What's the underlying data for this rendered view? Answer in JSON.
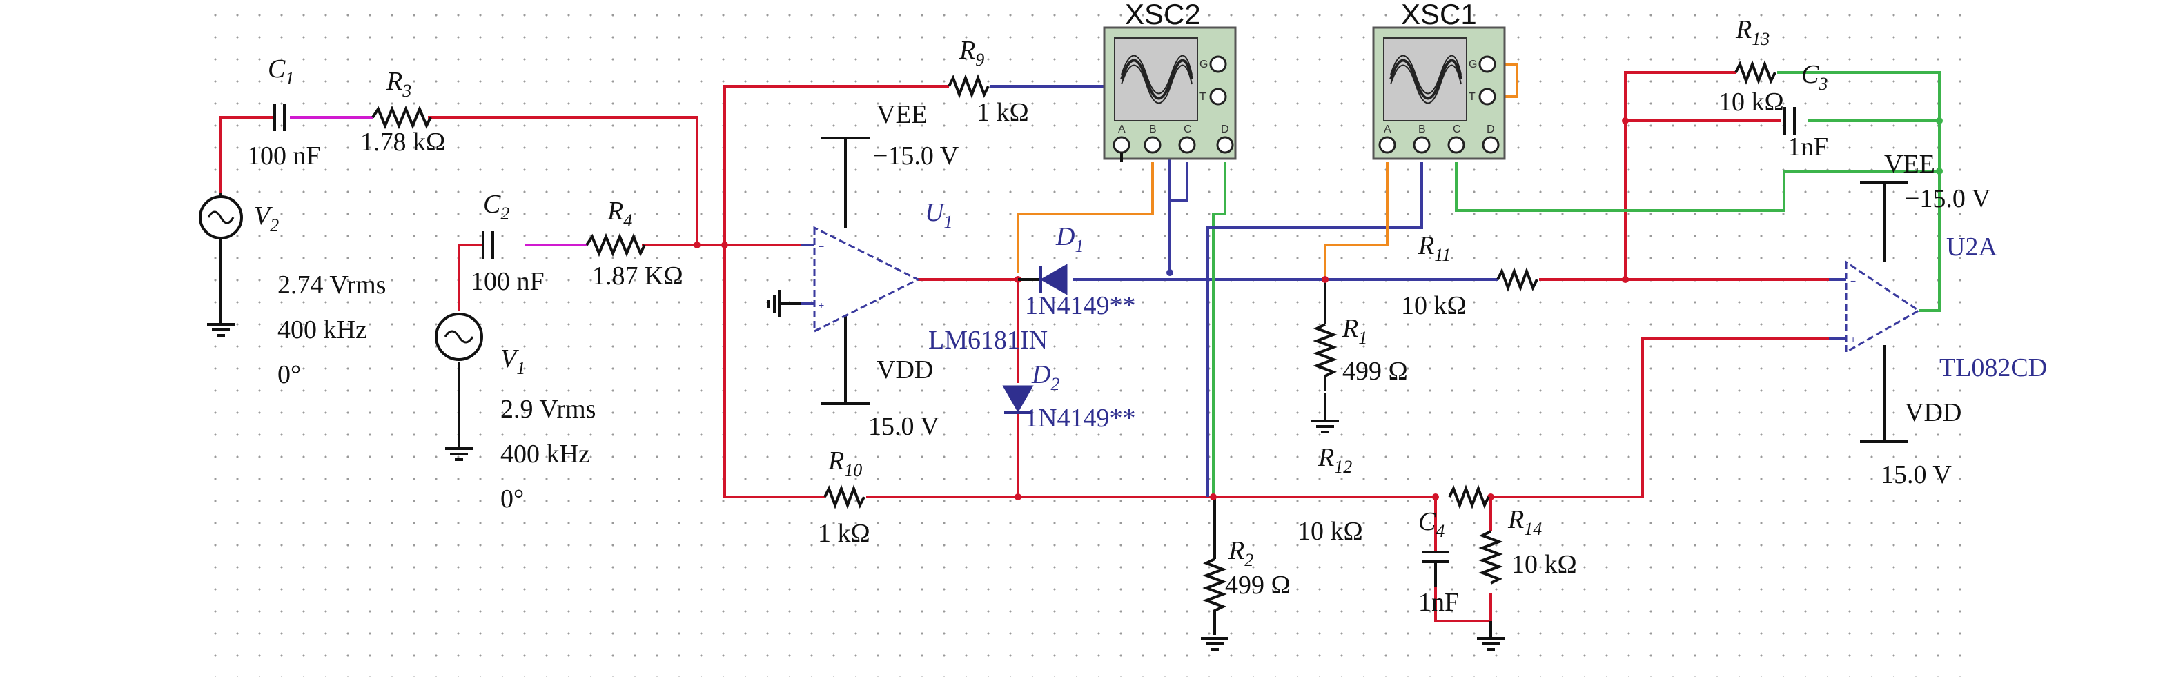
{
  "labels": {
    "C1": {
      "name": "C",
      "sub": "1",
      "value": "100 nF"
    },
    "R3": {
      "name": "R",
      "sub": "3",
      "value": "1.78 kΩ"
    },
    "V2": {
      "name": "V",
      "sub": "2",
      "vrms": "2.74 Vrms",
      "freq": "400 kHz",
      "phase": "0°"
    },
    "C2": {
      "name": "C",
      "sub": "2",
      "value": "100 nF"
    },
    "R4": {
      "name": "R",
      "sub": "4",
      "value": "1.87 KΩ"
    },
    "V1": {
      "name": "V",
      "sub": "1",
      "vrms": "2.9 Vrms",
      "freq": "400 kHz",
      "phase": "0°"
    },
    "R9": {
      "name": "R",
      "sub": "9",
      "value": "1 kΩ"
    },
    "U1": {
      "name": "U",
      "sub": "1",
      "part": "LM6181IN",
      "vee": "VEE",
      "vee_val": "−15.0 V",
      "vdd": "VDD",
      "vdd_val": "15.0 V"
    },
    "D1": {
      "name": "D",
      "sub": "1",
      "part": "1N4149**"
    },
    "D2": {
      "name": "D",
      "sub": "2",
      "part": "1N4149**"
    },
    "R10": {
      "name": "R",
      "sub": "10",
      "value": "1 kΩ"
    },
    "R11": {
      "name": "R",
      "sub": "11",
      "value": "10 kΩ"
    },
    "R1": {
      "name": "R",
      "sub": "1",
      "value": "499 Ω"
    },
    "R12": {
      "name": "R",
      "sub": "12",
      "value": "10 kΩ"
    },
    "R2": {
      "name": "R",
      "sub": "2",
      "value": "499 Ω"
    },
    "C4": {
      "name": "C",
      "sub": "4",
      "value": "1nF"
    },
    "R14": {
      "name": "R",
      "sub": "14",
      "value": "10 kΩ"
    },
    "R13": {
      "name": "R",
      "sub": "13",
      "value": "10 kΩ"
    },
    "C3": {
      "name": "C",
      "sub": "3",
      "value": "1nF"
    },
    "U2A": {
      "name": "U2A",
      "part": "TL082CD",
      "vee": "VEE",
      "vee_val": "−15.0 V",
      "vdd": "VDD",
      "vdd_val": "15.0 V"
    },
    "XSC2": {
      "name": "XSC2"
    },
    "XSC1": {
      "name": "XSC1"
    }
  },
  "scope_pins": {
    "g": "G",
    "t": "T",
    "a": "A",
    "b": "B",
    "c": "C",
    "d": "D"
  },
  "opamp_pins": {
    "plus": "+",
    "minus": "−"
  },
  "colors": {
    "wire_red": "#d2142a",
    "wire_blue": "#3a3a9e",
    "wire_green": "#3cb44b",
    "wire_orange": "#f08a1e",
    "component_blue": "#2f2f8f",
    "scope_body": "#c2d8bc"
  }
}
